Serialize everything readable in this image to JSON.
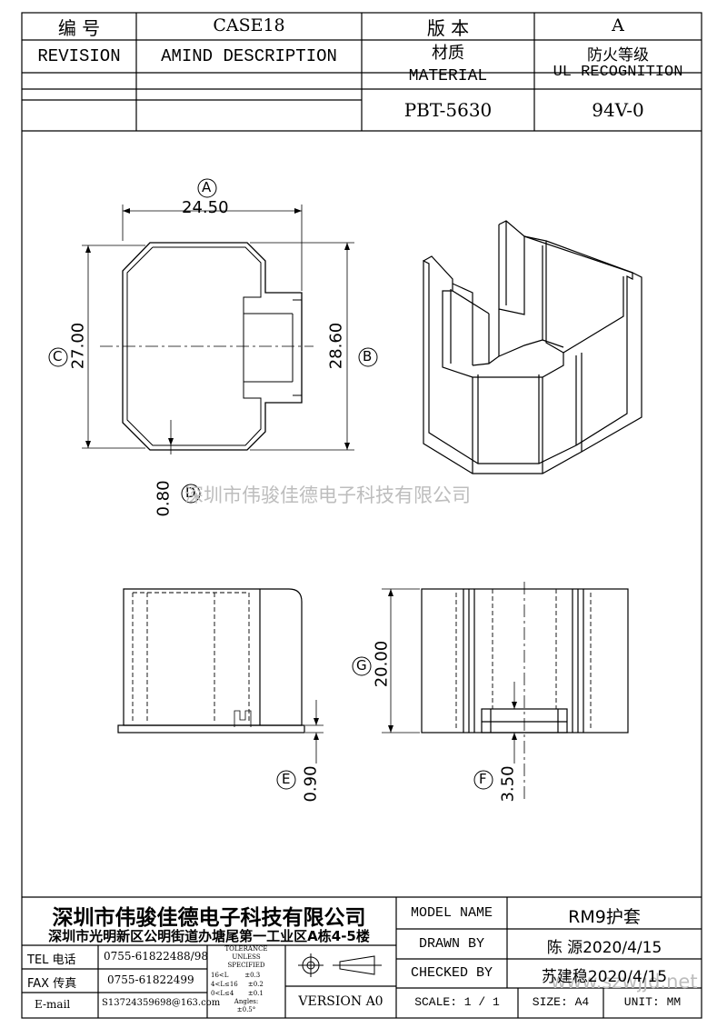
{
  "header": {
    "number_label": "编  号",
    "case_no": "CASE18",
    "version_label": "版  本",
    "version_value": "A",
    "revision_label": "REVISION",
    "amend_label": "AMIND DESCRIPTION",
    "material_label_cn": "材质",
    "material_label_en": "MATERIAL",
    "material_value": "PBT-5630",
    "fire_label_cn": "防火等级",
    "fire_label_en": "UL RECOGNITION",
    "fire_value": "94V-0"
  },
  "drawing": {
    "dim_a": "24.50",
    "dim_b": "28.60",
    "dim_c": "27.00",
    "dim_d": "0.80",
    "dim_e": "0.90",
    "dim_f": "3.50",
    "dim_g": "20.00",
    "label_a": "A",
    "label_b": "B",
    "label_c": "C",
    "label_d": "D",
    "label_e": "E",
    "label_f": "F",
    "label_g": "G",
    "watermark_company": "深圳市伟骏佳德电子科技有限公司",
    "watermark_site": "www.szwjjd.net"
  },
  "title_block": {
    "company": "深圳市伟骏佳德电子科技有限公司",
    "address": "深圳市光明新区公明街道办塘尾第一工业区A栋4-5楼",
    "tel_label": "TEL 电话",
    "tel_value": "0755-61822488/98",
    "fax_label": "FAX 传真",
    "fax_value": "0755-61822499",
    "email_label": "E-mail",
    "email_value": "S13724359698@163.com",
    "tolerance_title": "TOLERANCE",
    "tolerance_unless": "UNLESS",
    "tolerance_specified": "SPECIFIED",
    "tol_1": "16<L        ±0.3",
    "tol_2": "4<L≤16     ±0.2",
    "tol_3": "0<L≤4       ±0.1",
    "tol_angles": "Angles:",
    "tol_angles_value": "±0.5°",
    "version_label": "VERSION A0",
    "model_name_label": "MODEL NAME",
    "model_name_value": "RM9护套",
    "drawn_by_label": "DRAWN BY",
    "drawn_by_value": "陈 源2020/4/15",
    "checked_by_label": "CHECKED BY",
    "checked_by_value": "苏建稳2020/4/15",
    "scale_label": "SCALE: 1 / 1",
    "size_label": "SIZE: A4",
    "unit_label": "UNIT: MM"
  }
}
